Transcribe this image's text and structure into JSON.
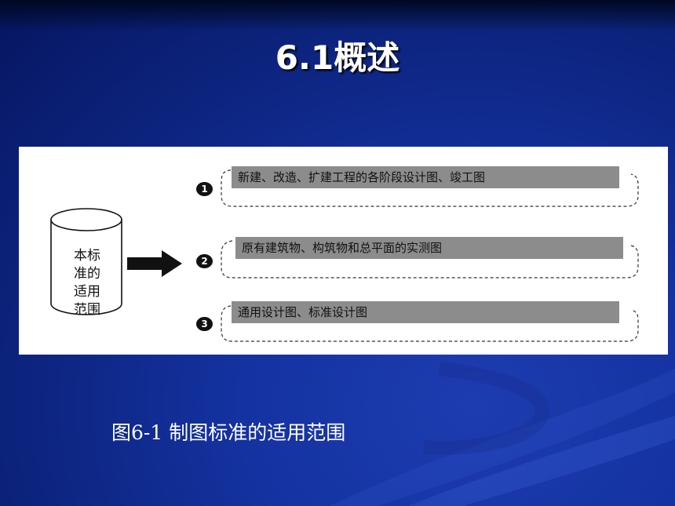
{
  "slide": {
    "title": "6.1概述",
    "caption": "图6-1 制图标准的适用范围"
  },
  "diagram": {
    "source_label": "本标\n准的\n适用\n范围",
    "items": [
      {
        "number": "1",
        "text": "新建、改造、扩建工程的各阶段设计图、竣工图"
      },
      {
        "number": "2",
        "text": "原有建筑物、构筑物和总平面的实测图"
      },
      {
        "number": "3",
        "text": "通用设计图、标准设计图"
      }
    ]
  },
  "colors": {
    "background": "#0d2580",
    "panel": "#ffffff",
    "bar": "#8c8c8c",
    "bullet": "#111111"
  }
}
